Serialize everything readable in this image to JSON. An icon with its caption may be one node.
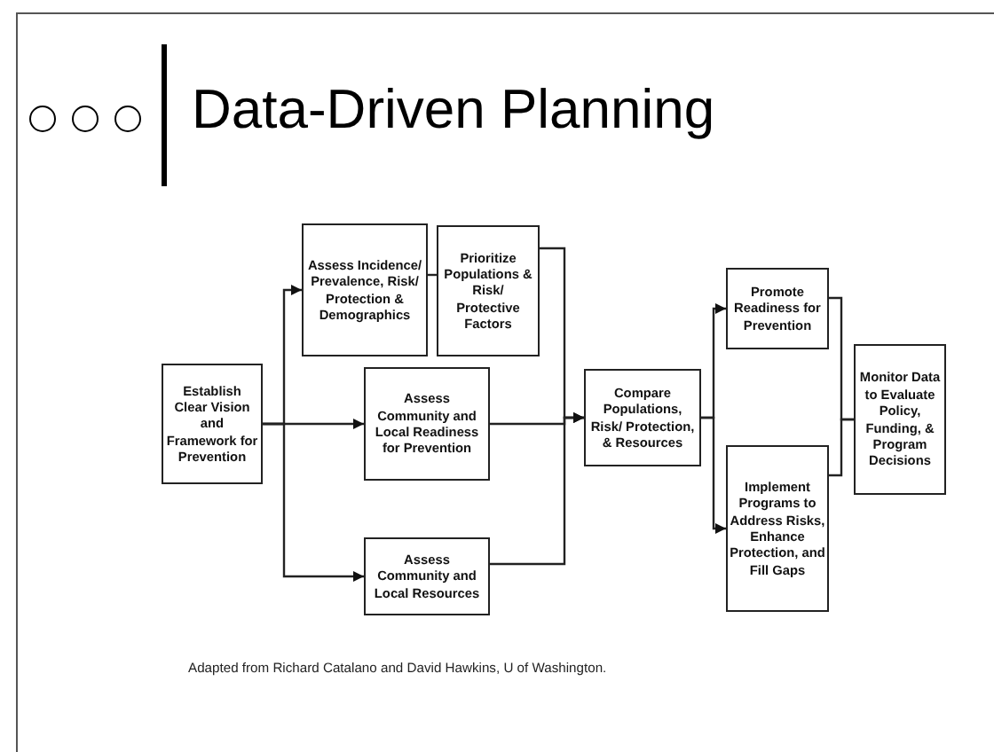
{
  "diagram": {
    "title": "Data-Driven Planning",
    "nodes": [
      {
        "text": [
          "Establish Clear Vision and Framework for Prevention"
        ]
      },
      {
        "text": [
          "Assess Incidence/ Prevalence, Risk/ Protection & Demographics"
        ]
      },
      {
        "text": [
          "Prioritize Populations & Risk/ Protective Factors"
        ]
      },
      {
        "text": [
          "Assess Community and Local Readiness for Prevention"
        ]
      },
      {
        "text": [
          "Assess Community and Local Resources"
        ]
      },
      {
        "text": [
          "Compare Populations, Risk/ Protection, & Resources"
        ]
      },
      {
        "text": [
          "Promote Readiness for Prevention"
        ]
      },
      {
        "text": [
          "Implement Programs to Address Risks, Enhance Protection, and Fill Gaps"
        ]
      },
      {
        "text": [
          "Monitor Data to Evaluate Policy, Funding, & Program Decisions"
        ]
      }
    ],
    "edges": [
      {
        "from": 0,
        "to": 1,
        "arrow": "to"
      },
      {
        "from": 0,
        "to": 3,
        "arrow": "to"
      },
      {
        "from": 0,
        "to": 4,
        "arrow": "to"
      },
      {
        "from": 1,
        "to": 2,
        "arrow": "none"
      },
      {
        "from": 2,
        "to": 5,
        "arrow": "to"
      },
      {
        "from": 3,
        "to": 5,
        "arrow": "to"
      },
      {
        "from": 4,
        "to": 5,
        "arrow": "to"
      },
      {
        "from": 5,
        "to": 6,
        "arrow": "to"
      },
      {
        "from": 5,
        "to": 7,
        "arrow": "to"
      },
      {
        "from": 6,
        "to": 8,
        "arrow": "none"
      },
      {
        "from": 7,
        "to": 8,
        "arrow": "none"
      }
    ],
    "caption": "Adapted from Richard Catalano and David Hawkins, U of Washington."
  }
}
